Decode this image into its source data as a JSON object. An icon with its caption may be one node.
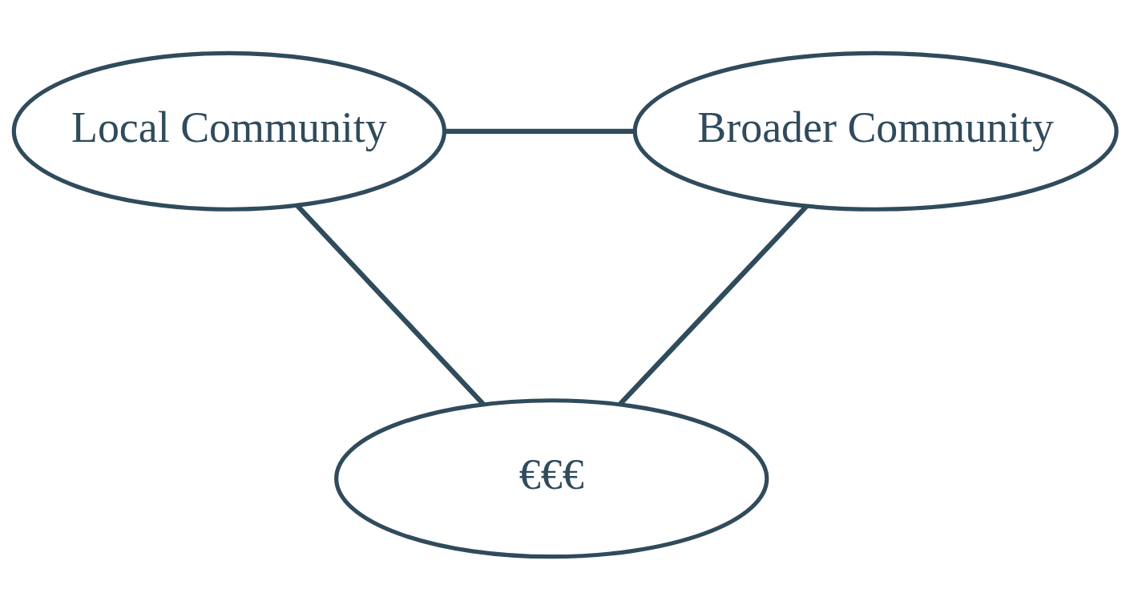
{
  "diagram": {
    "nodes": [
      {
        "text": [
          "Local Community"
        ]
      },
      {
        "text": [
          "Broader Community"
        ]
      },
      {
        "text": [
          "€€€"
        ]
      }
    ],
    "edges": [
      {
        "from": 0,
        "to": 1,
        "arrow": "none"
      },
      {
        "from": 0,
        "to": 2,
        "arrow": "none"
      },
      {
        "from": 1,
        "to": 2,
        "arrow": "none"
      }
    ]
  }
}
